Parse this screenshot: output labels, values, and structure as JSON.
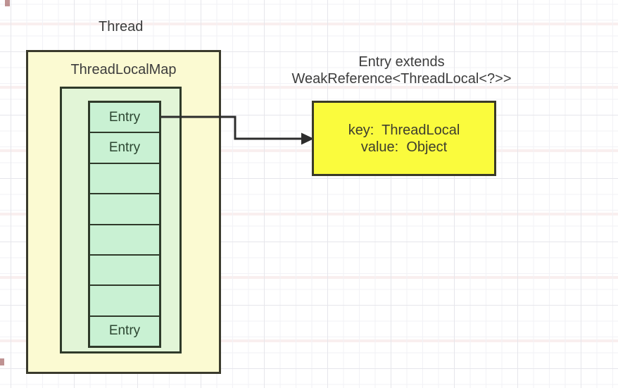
{
  "labels": {
    "thread": "Thread",
    "map_title": "ThreadLocalMap",
    "annotation_line1": "Entry extends",
    "annotation_line2": "WeakReference<ThreadLocal<?>>"
  },
  "entries": [
    "Entry",
    "Entry",
    "",
    "",
    "",
    "",
    "",
    "Entry"
  ],
  "entry_detail": {
    "key_line": "key:  ThreadLocal",
    "value_line": "value:  Object"
  },
  "colors": {
    "outer-fill": "#fbfad2",
    "outer-border": "#3a3a2c",
    "inner-fill": "#e2f5d7",
    "cell-fill": "#c9f1d3",
    "green-border": "#2f3a2a",
    "detail-fill": "#fafb3d",
    "detail-border": "#3a3a28",
    "line": "#2c2c2c",
    "text": "#3c3c3c",
    "entry-text": "#2c4631",
    "detail-text": "#3d3d2e",
    "grid-major": "#e6e6eb",
    "grid-minor": "#f2f2f6",
    "grid-tint": "#f9efef"
  }
}
